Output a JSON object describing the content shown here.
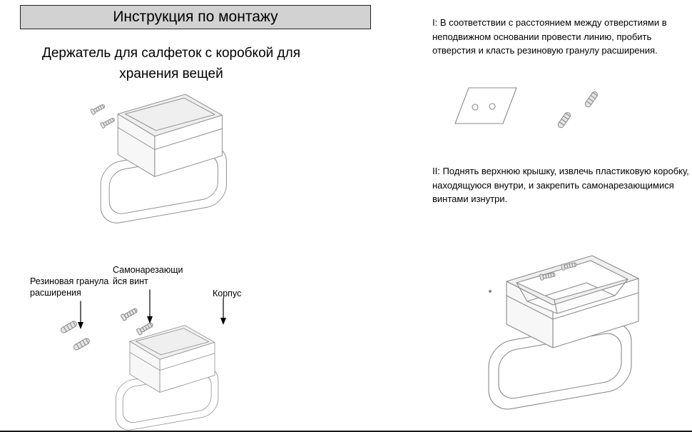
{
  "header": {
    "title": "Инструкция по монтажу"
  },
  "product": {
    "title": "Держатель для салфеток с коробкой для\nхранения вещей"
  },
  "callouts": {
    "granule": "Резиновая гранула\nрасширения",
    "screw": "Самонарезающи\nйся винт",
    "body": "Корпус"
  },
  "steps": {
    "one": "I: В соответствии с расстоянием между отверстиями в\nнеподвижном основании провести линию, пробить\nотверстия и класть резиновую гранулу расширения.",
    "two": "II: Поднять верхнюю крышку, извлечь пластиковую коробку,\nнаходящуюся внутри, и закрепить самонарезающимися\nвинтами изнутри."
  },
  "icons": {
    "screw": "screw-icon",
    "expansion_plug": "expansion-plug-icon"
  },
  "colors": {
    "page_bg": "#ffffff",
    "header_bg": "#d2d2d2",
    "line_art": "#8a8a8a",
    "text": "#000000"
  }
}
